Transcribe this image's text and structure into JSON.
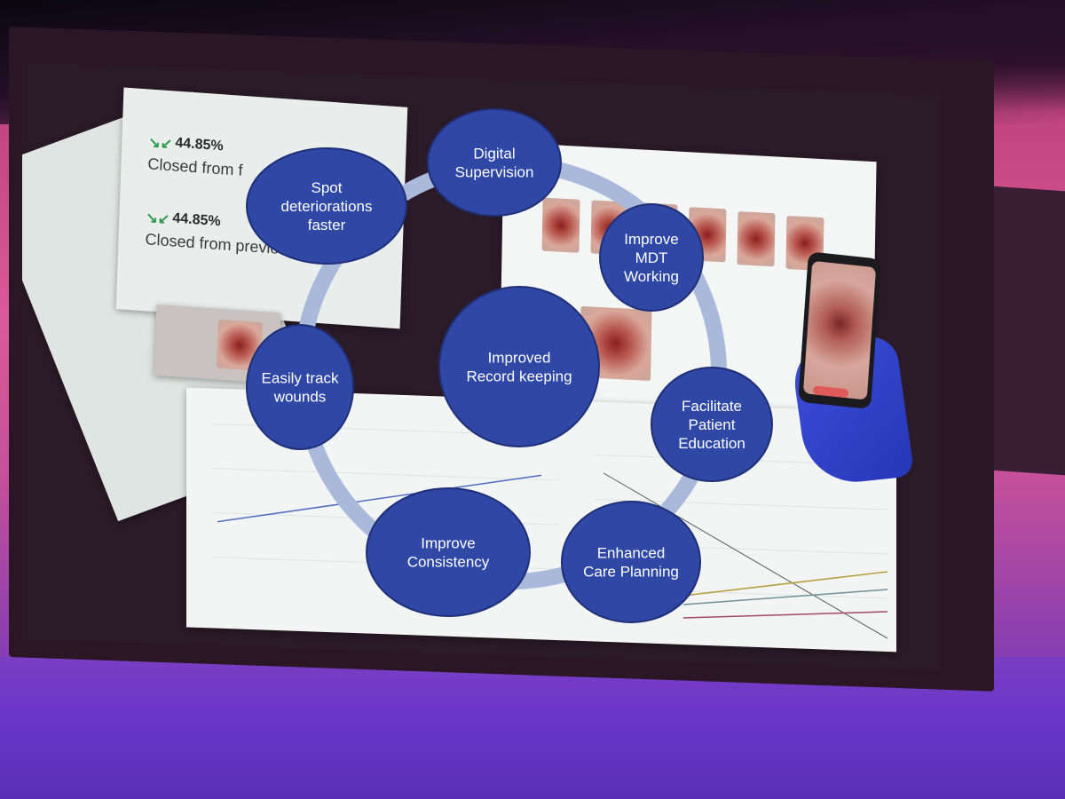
{
  "stats": [
    {
      "value": "44.85%",
      "label": "Closed from f",
      "icon": "arrows-inward-icon"
    },
    {
      "value": "44.85%",
      "label": "Closed from previous visit",
      "icon": "arrows-inward-icon"
    }
  ],
  "nodes": [
    {
      "id": "digital-supervision",
      "lines": [
        "Digital",
        "Supervision"
      ]
    },
    {
      "id": "improve-mdt-working",
      "lines": [
        "Improve",
        "MDT",
        "Working"
      ]
    },
    {
      "id": "facilitate-patient-education",
      "lines": [
        "Facilitate",
        "Patient",
        "Education"
      ]
    },
    {
      "id": "enhanced-care-planning",
      "lines": [
        "Enhanced",
        "Care Planning"
      ]
    },
    {
      "id": "improve-consistency",
      "lines": [
        "Improve",
        "Consistency"
      ]
    },
    {
      "id": "easily-track-wounds",
      "lines": [
        "Easily track",
        "wounds"
      ]
    },
    {
      "id": "spot-deteriorations-faster",
      "lines": [
        "Spot",
        "deteriorations",
        "faster"
      ]
    },
    {
      "id": "improved-record-keeping",
      "lines": [
        "Improved",
        "Record keeping"
      ]
    }
  ],
  "colors": {
    "node_fill": "#2f47a5",
    "node_stroke": "#1f2f78",
    "ring": "#a9b9dc"
  }
}
